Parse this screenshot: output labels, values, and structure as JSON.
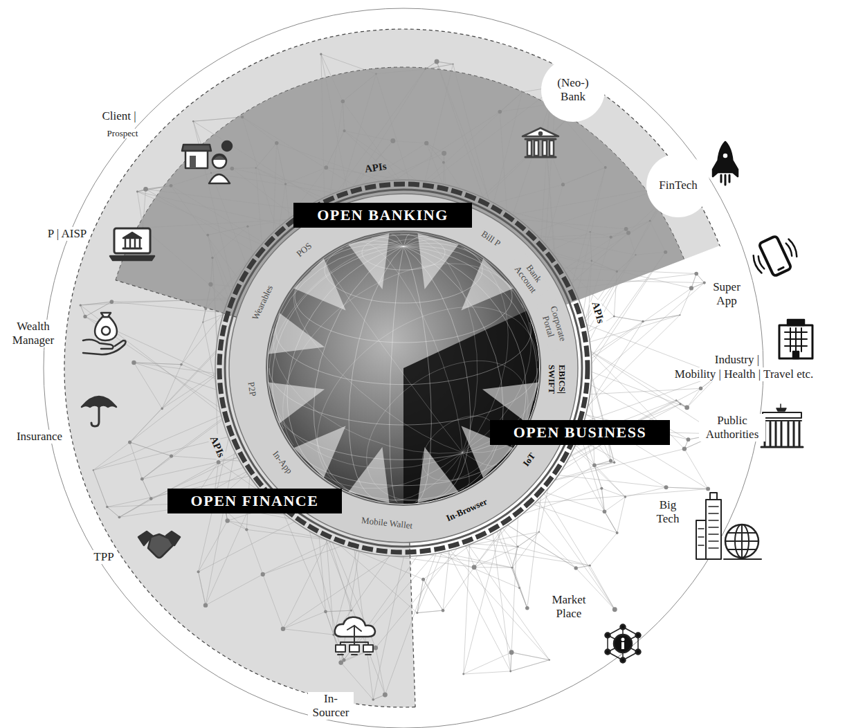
{
  "diagram": {
    "nodes": [
      {
        "text": [
          "(Neo-) Bank"
        ]
      },
      {
        "text": [
          "FinTech"
        ]
      },
      {
        "text": [
          "OPEN BANKING"
        ]
      },
      {
        "text": [
          "OPEN BUSINESS"
        ]
      },
      {
        "text": [
          "OPEN FINANCE"
        ]
      }
    ],
    "labels": [
      "Client |",
      "Prospect",
      "APIs",
      "Bill P",
      "POS",
      "Bank Account",
      "P | AISP",
      "Wearables",
      "Corporate Portal",
      "APIs",
      "Super App",
      "Wealth Manager",
      "Industry |",
      "Mobility | Health | Travel etc.",
      "P2P",
      "EBICS| SWIFT",
      "Public Authorities",
      "Insurance",
      "APIs",
      "In-App",
      "IoT",
      "Big Tech",
      "Mobile Wallet",
      "In-Browser",
      "TPP",
      "Market Place",
      "In- Sourcer"
    ]
  }
}
